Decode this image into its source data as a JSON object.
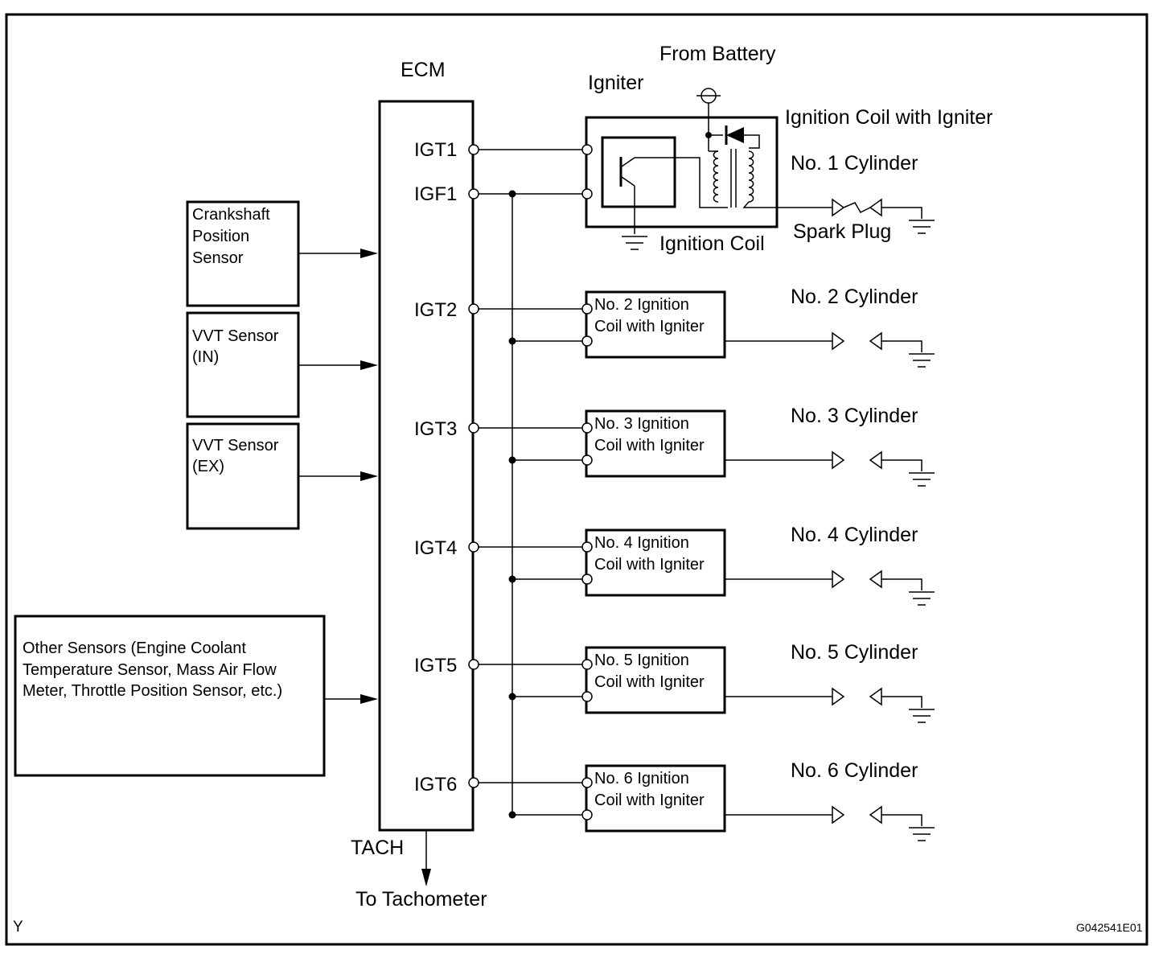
{
  "ecm": {
    "title": "ECM",
    "pins": {
      "igt1": "IGT1",
      "igf1": "IGF1",
      "igt2": "IGT2",
      "igt3": "IGT3",
      "igt4": "IGT4",
      "igt5": "IGT5",
      "igt6": "IGT6"
    },
    "tach": "TACH",
    "to_tachometer": "To Tachometer"
  },
  "sensors": {
    "crankshaft": [
      "Crankshaft",
      "Position",
      "Sensor"
    ],
    "vvt_in": [
      "VVT Sensor",
      "(IN)"
    ],
    "vvt_ex": [
      "VVT Sensor",
      "(EX)"
    ],
    "other": [
      "Other Sensors (Engine Coolant",
      "Temperature Sensor, Mass Air Flow",
      "Meter, Throttle Position Sensor, etc.)"
    ]
  },
  "cyl1": {
    "from_battery": "From Battery",
    "igniter": "Igniter",
    "coil_with_igniter": "Ignition Coil with Igniter",
    "cylinder": "No. 1 Cylinder",
    "spark_plug": "Spark Plug",
    "ignition_coil": "Ignition Coil"
  },
  "coils": [
    {
      "line1": "No. 2 Ignition",
      "line2": "Coil with Igniter",
      "cylinder": "No. 2 Cylinder"
    },
    {
      "line1": "No. 3 Ignition",
      "line2": "Coil with Igniter",
      "cylinder": "No. 3 Cylinder"
    },
    {
      "line1": "No. 4 Ignition",
      "line2": "Coil with Igniter",
      "cylinder": "No. 4 Cylinder"
    },
    {
      "line1": "No. 5 Ignition",
      "line2": "Coil with Igniter",
      "cylinder": "No. 5 Cylinder"
    },
    {
      "line1": "No. 6 Ignition",
      "line2": "Coil with Igniter",
      "cylinder": "No. 6 Cylinder"
    }
  ],
  "corner_left": "Y",
  "figure_code": "G042541E01"
}
